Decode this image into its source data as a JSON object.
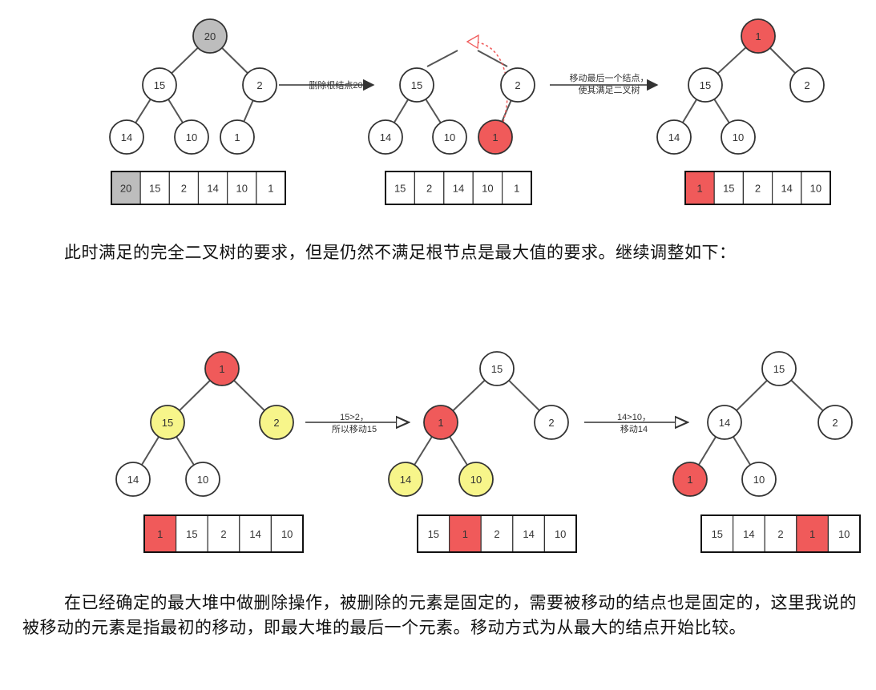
{
  "colors": {
    "gray": "#bdbdbd",
    "red": "#f05a5a",
    "yellow": "#f7f58a",
    "white": "#ffffff"
  },
  "row1": {
    "tree1": {
      "nodes": [
        [
          "20",
          "gray"
        ],
        [
          "15",
          "white"
        ],
        [
          "2",
          "white"
        ],
        [
          "14",
          "white"
        ],
        [
          "10",
          "white"
        ],
        [
          "1",
          "white"
        ]
      ],
      "array": [
        [
          "20",
          "gray"
        ],
        [
          "15",
          "white"
        ],
        [
          "2",
          "white"
        ],
        [
          "14",
          "white"
        ],
        [
          "10",
          "white"
        ],
        [
          "1",
          "white"
        ]
      ]
    },
    "arrow1": [
      "删除根结点20"
    ],
    "tree2": {
      "nodes": [
        [
          "15",
          "white"
        ],
        [
          "2",
          "white"
        ],
        [
          "14",
          "white"
        ],
        [
          "10",
          "white"
        ],
        [
          "1",
          "red"
        ]
      ],
      "array": [
        [
          "15",
          "white"
        ],
        [
          "2",
          "white"
        ],
        [
          "14",
          "white"
        ],
        [
          "10",
          "white"
        ],
        [
          "1",
          "white"
        ]
      ]
    },
    "arrow2": [
      "移动最后一个结点，",
      "使其满足二叉树"
    ],
    "tree3": {
      "nodes": [
        [
          "1",
          "red"
        ],
        [
          "15",
          "white"
        ],
        [
          "2",
          "white"
        ],
        [
          "14",
          "white"
        ],
        [
          "10",
          "white"
        ]
      ],
      "array": [
        [
          "1",
          "red"
        ],
        [
          "15",
          "white"
        ],
        [
          "2",
          "white"
        ],
        [
          "14",
          "white"
        ],
        [
          "10",
          "white"
        ]
      ]
    }
  },
  "paragraph1": "此时满足的完全二叉树的要求，但是仍然不满足根节点是最大值的要求。继续调整如下：",
  "row2": {
    "tree1": {
      "nodes": [
        [
          "1",
          "red"
        ],
        [
          "15",
          "yellow"
        ],
        [
          "2",
          "yellow"
        ],
        [
          "14",
          "white"
        ],
        [
          "10",
          "white"
        ]
      ],
      "array": [
        [
          "1",
          "red"
        ],
        [
          "15",
          "white"
        ],
        [
          "2",
          "white"
        ],
        [
          "14",
          "white"
        ],
        [
          "10",
          "white"
        ]
      ]
    },
    "arrow1": [
      "15>2，",
      "所以移动15"
    ],
    "tree2": {
      "nodes": [
        [
          "15",
          "white"
        ],
        [
          "1",
          "red"
        ],
        [
          "2",
          "white"
        ],
        [
          "14",
          "yellow"
        ],
        [
          "10",
          "yellow"
        ]
      ],
      "array": [
        [
          "15",
          "white"
        ],
        [
          "1",
          "red"
        ],
        [
          "2",
          "white"
        ],
        [
          "14",
          "white"
        ],
        [
          "10",
          "white"
        ]
      ]
    },
    "arrow2": [
      "14>10，",
      "移动14"
    ],
    "tree3": {
      "nodes": [
        [
          "15",
          "white"
        ],
        [
          "14",
          "white"
        ],
        [
          "2",
          "white"
        ],
        [
          "1",
          "red"
        ],
        [
          "10",
          "white"
        ]
      ],
      "array": [
        [
          "15",
          "white"
        ],
        [
          "14",
          "white"
        ],
        [
          "2",
          "white"
        ],
        [
          "1",
          "red"
        ],
        [
          "10",
          "white"
        ]
      ]
    }
  },
  "paragraph2": "在已经确定的最大堆中做删除操作，被删除的元素是固定的，需要被移动的结点也是固定的，这里我说的被移动的元素是指最初的移动，即最大堆的最后一个元素。移动方式为从最大的结点开始比较。"
}
